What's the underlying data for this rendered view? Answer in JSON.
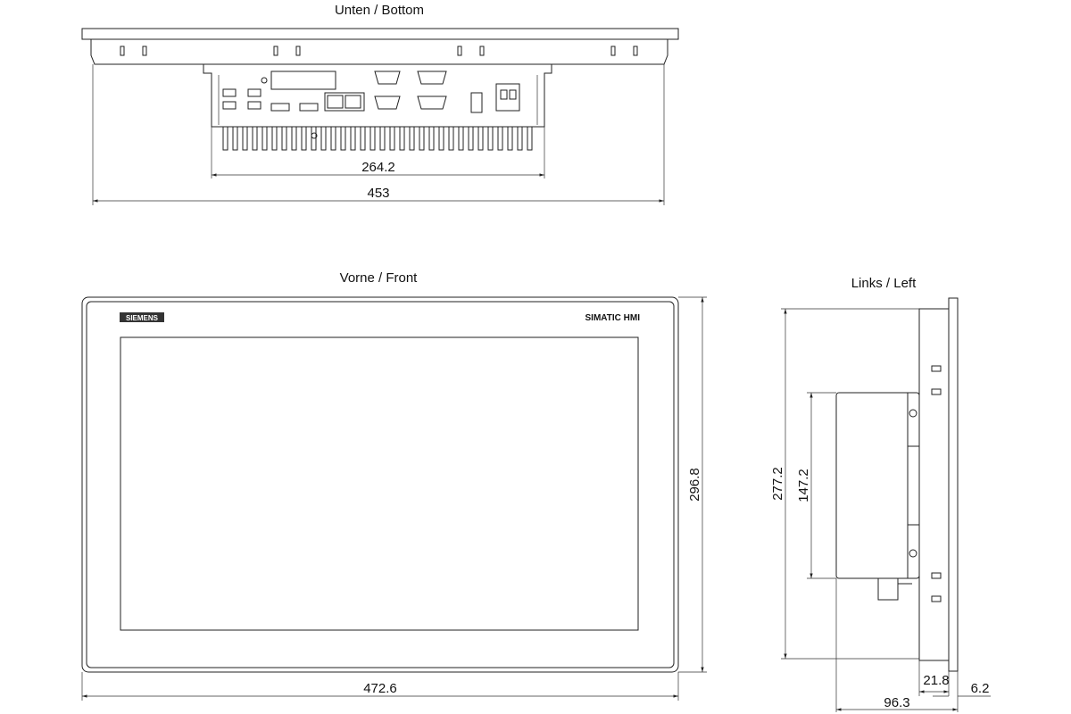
{
  "views": {
    "bottom": {
      "title": "Unten / Bottom"
    },
    "front": {
      "title": "Vorne / Front"
    },
    "left": {
      "title": "Links / Left"
    }
  },
  "dimensions": {
    "bottom_inner_width": "264.2",
    "bottom_overall_width": "453",
    "front_width": "472.6",
    "front_height": "296.8",
    "left_height_outer": "277.2",
    "left_height_housing": "147.2",
    "left_depth_total": "96.3",
    "left_depth_mount": "21.8",
    "left_front_thickness": "6.2"
  },
  "labels": {
    "brand": "SIEMENS",
    "product": "SIMATIC HMI"
  },
  "colors": {
    "line": "#222222",
    "background": "#ffffff",
    "bezel": "#ffffff",
    "brand_badge": "#333333"
  }
}
